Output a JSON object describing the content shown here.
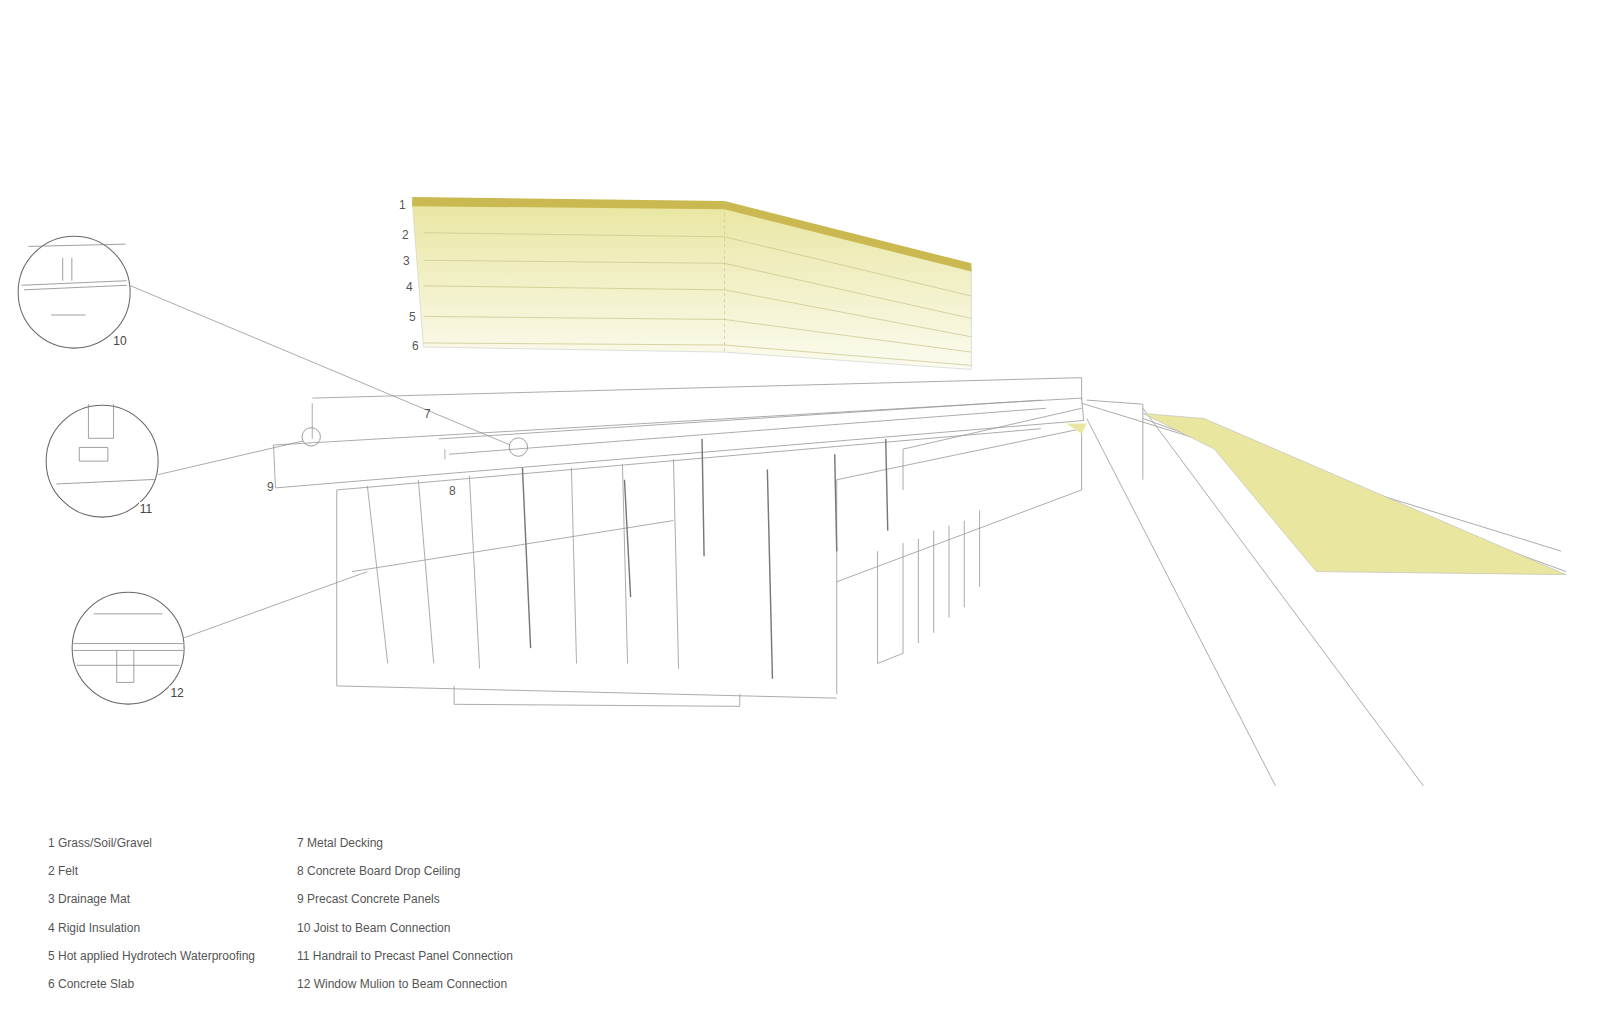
{
  "diagram": {
    "nodes": [
      {
        "text": [
          "10"
        ]
      },
      {
        "text": [
          "11"
        ]
      },
      {
        "text": [
          "12"
        ]
      }
    ],
    "labels": [
      "1",
      "2",
      "3",
      "4",
      "5",
      "6",
      "7",
      "8",
      "9",
      "1 Grass/Soil/Gravel",
      "2 Felt",
      "3 Drainage Mat",
      "4 Rigid Insulation",
      "5 Hot applied Hydrotech Waterproofing",
      "6 Concrete Slab",
      "7 Metal Decking",
      "8 Concrete Board Drop Ceiling",
      "9 Precast Concrete Panels",
      "10 Joist to Beam Connection",
      "11 Handrail to Precast Panel Connection",
      "12 Window Mulion to Beam Connection"
    ]
  }
}
